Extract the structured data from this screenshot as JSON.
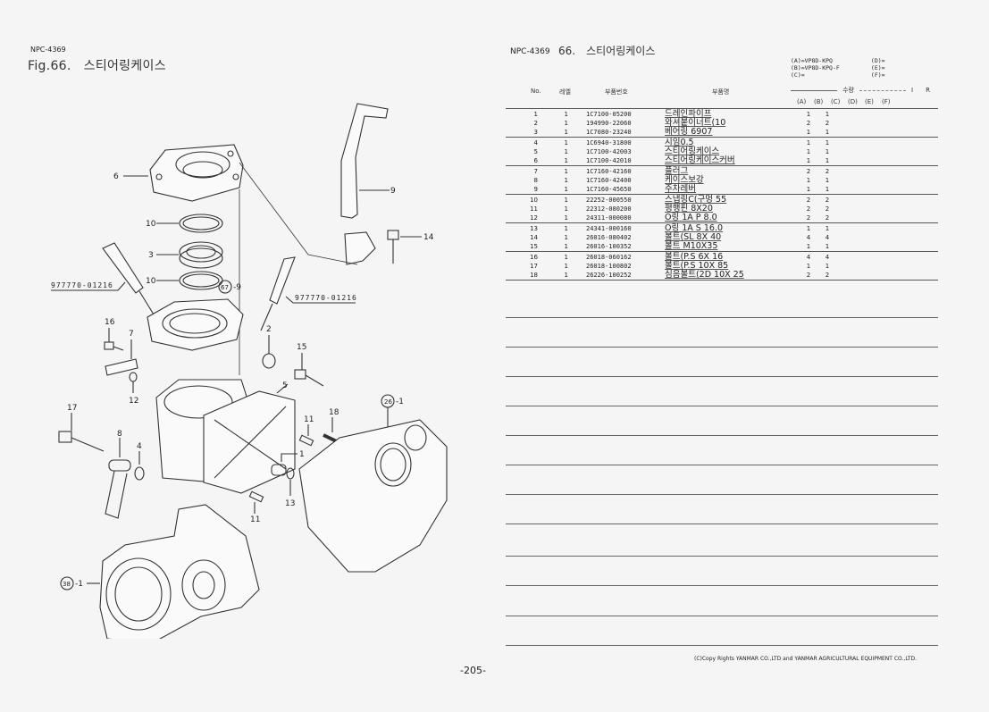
{
  "left_page": {
    "code": "NPC-4369",
    "fig_label": "Fig.66.",
    "title": "스티어링케이스",
    "page_number": "-205-",
    "diagram_callouts": [
      "6",
      "9",
      "10",
      "3",
      "14",
      "10",
      "67",
      "-9",
      "977770-01216",
      "977770-01216",
      "16",
      "7",
      "2",
      "15",
      "5",
      "12",
      "26",
      "-1",
      "17",
      "8",
      "4",
      "11",
      "18",
      "1",
      "13",
      "11",
      "38",
      "-1"
    ]
  },
  "right_page": {
    "code": "NPC-4369",
    "section_number": "66.",
    "title": "스티어링케이스",
    "models": {
      "a": "(A)=VP8D-KPQ",
      "b": "(B)=VP8D-KPQ-F",
      "c": "(C)=",
      "d": "(D)=",
      "e": "(E)=",
      "f": "(F)="
    },
    "headers": {
      "no": "No.",
      "col": "레엘",
      "part_number": "부품번호",
      "part_name": "부품명",
      "qty": "수량",
      "i": "I",
      "r": "R",
      "sub": [
        "(A)",
        "(B)",
        "(C)",
        "(D)",
        "(E)",
        "(F)"
      ]
    },
    "groups": [
      [
        {
          "no": "1",
          "col": "1",
          "pn": "1C7100-05200",
          "name": "드레인파이프",
          "a": "1",
          "b": "1"
        },
        {
          "no": "2",
          "col": "1",
          "pn": "194990-22060",
          "name": "와셔붙이너트(10",
          "a": "2",
          "b": "2"
        },
        {
          "no": "3",
          "col": "1",
          "pn": "1C7080-23240",
          "name": "베어링 6907",
          "a": "1",
          "b": "1"
        }
      ],
      [
        {
          "no": "4",
          "col": "1",
          "pn": "1C6940-31800",
          "name": "시임0.5",
          "a": "1",
          "b": "1"
        },
        {
          "no": "5",
          "col": "1",
          "pn": "1C7100-42003",
          "name": "스티어링케이스",
          "a": "1",
          "b": "1"
        },
        {
          "no": "6",
          "col": "1",
          "pn": "1C7100-42010",
          "name": "스티어링케이스커버",
          "a": "1",
          "b": "1"
        }
      ],
      [
        {
          "no": "7",
          "col": "1",
          "pn": "1C7160-42160",
          "name": "플러그",
          "a": "2",
          "b": "2"
        },
        {
          "no": "8",
          "col": "1",
          "pn": "1C7160-42400",
          "name": "케이스보강",
          "a": "1",
          "b": "1"
        },
        {
          "no": "9",
          "col": "1",
          "pn": "1C7160-45650",
          "name": "주차레버",
          "a": "1",
          "b": "1"
        }
      ],
      [
        {
          "no": "10",
          "col": "1",
          "pn": "22252-000550",
          "name": "스냅링C(구멍  55",
          "a": "2",
          "b": "2"
        },
        {
          "no": "11",
          "col": "1",
          "pn": "22312-080200",
          "name": "평행핀  8X20",
          "a": "2",
          "b": "2"
        },
        {
          "no": "12",
          "col": "1",
          "pn": "24311-000080",
          "name": "O링 1A P  8.0",
          "a": "2",
          "b": "2"
        }
      ],
      [
        {
          "no": "13",
          "col": "1",
          "pn": "24341-000160",
          "name": "O링 1A S 16.0",
          "a": "1",
          "b": "1"
        },
        {
          "no": "14",
          "col": "1",
          "pn": "26016-080402",
          "name": "볼트(SL 8X 40",
          "a": "4",
          "b": "4"
        },
        {
          "no": "15",
          "col": "1",
          "pn": "26016-100352",
          "name": "볼트 M10X35",
          "a": "1",
          "b": "1"
        }
      ],
      [
        {
          "no": "16",
          "col": "1",
          "pn": "26018-060162",
          "name": "볼트(P.S 6X 16",
          "a": "4",
          "b": "4"
        },
        {
          "no": "17",
          "col": "1",
          "pn": "26018-100802",
          "name": "볼트(P.S  10X 85",
          "a": "1",
          "b": "1"
        },
        {
          "no": "18",
          "col": "1",
          "pn": "26226-100252",
          "name": "심음볼트(2D 10X 25",
          "a": "2",
          "b": "2"
        }
      ]
    ],
    "copyright": "(C)Copy Rights  YANMAR CO.,LTD and YANMAR AGRICULTURAL EQUIPMENT CO.,LTD."
  }
}
